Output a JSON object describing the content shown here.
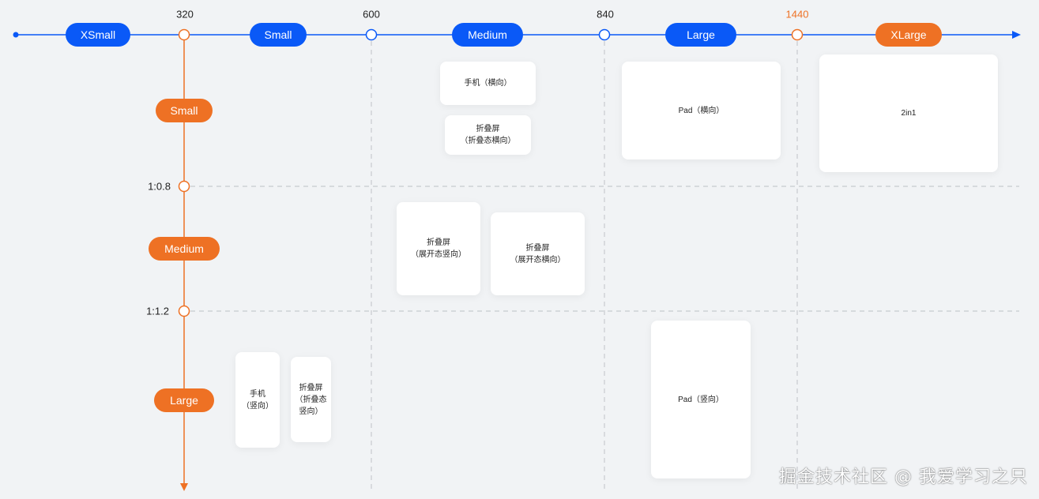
{
  "colors": {
    "blue": "#0a59f7",
    "orange": "#ee7124",
    "grid": "#c7cacf",
    "card": "#ffffff"
  },
  "width_axis": {
    "breakpoints": [
      "320",
      "600",
      "840",
      "1440"
    ],
    "categories": [
      "XSmall",
      "Small",
      "Medium",
      "Large",
      "XLarge"
    ]
  },
  "aspect_axis": {
    "ratios": [
      "1:0.8",
      "1:1.2"
    ],
    "categories": [
      "Small",
      "Medium",
      "Large"
    ]
  },
  "devices": {
    "phone_landscape": "手机（横向）",
    "foldable_folded_landscape": "折叠屏\n（折叠态横向）",
    "pad_landscape": "Pad（横向）",
    "two_in_one": "2in1",
    "foldable_unfolded_portrait": "折叠屏\n（展开态竖向）",
    "foldable_unfolded_landscape": "折叠屏\n（展开态横向）",
    "phone_portrait": "手机\n（竖向）",
    "foldable_folded_portrait": "折叠屏\n（折叠态\n竖向）",
    "pad_portrait": "Pad（竖向）"
  },
  "watermark": "掘金技术社区 @ 我爱学习之只"
}
